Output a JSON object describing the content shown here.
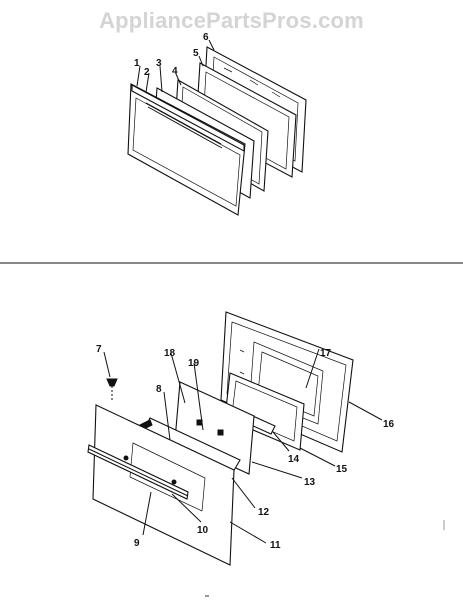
{
  "watermark": "AppliancePartsPros.com",
  "upper_callouts": [
    "1",
    "2",
    "3",
    "4",
    "5",
    "6"
  ],
  "lower_callouts": [
    "7",
    "8",
    "9",
    "10",
    "11",
    "12",
    "13",
    "14",
    "15",
    "16",
    "17",
    "18",
    "19"
  ],
  "colors": {
    "ink": "#111111",
    "watermark": "#d4d4d4",
    "background": "#ffffff"
  }
}
